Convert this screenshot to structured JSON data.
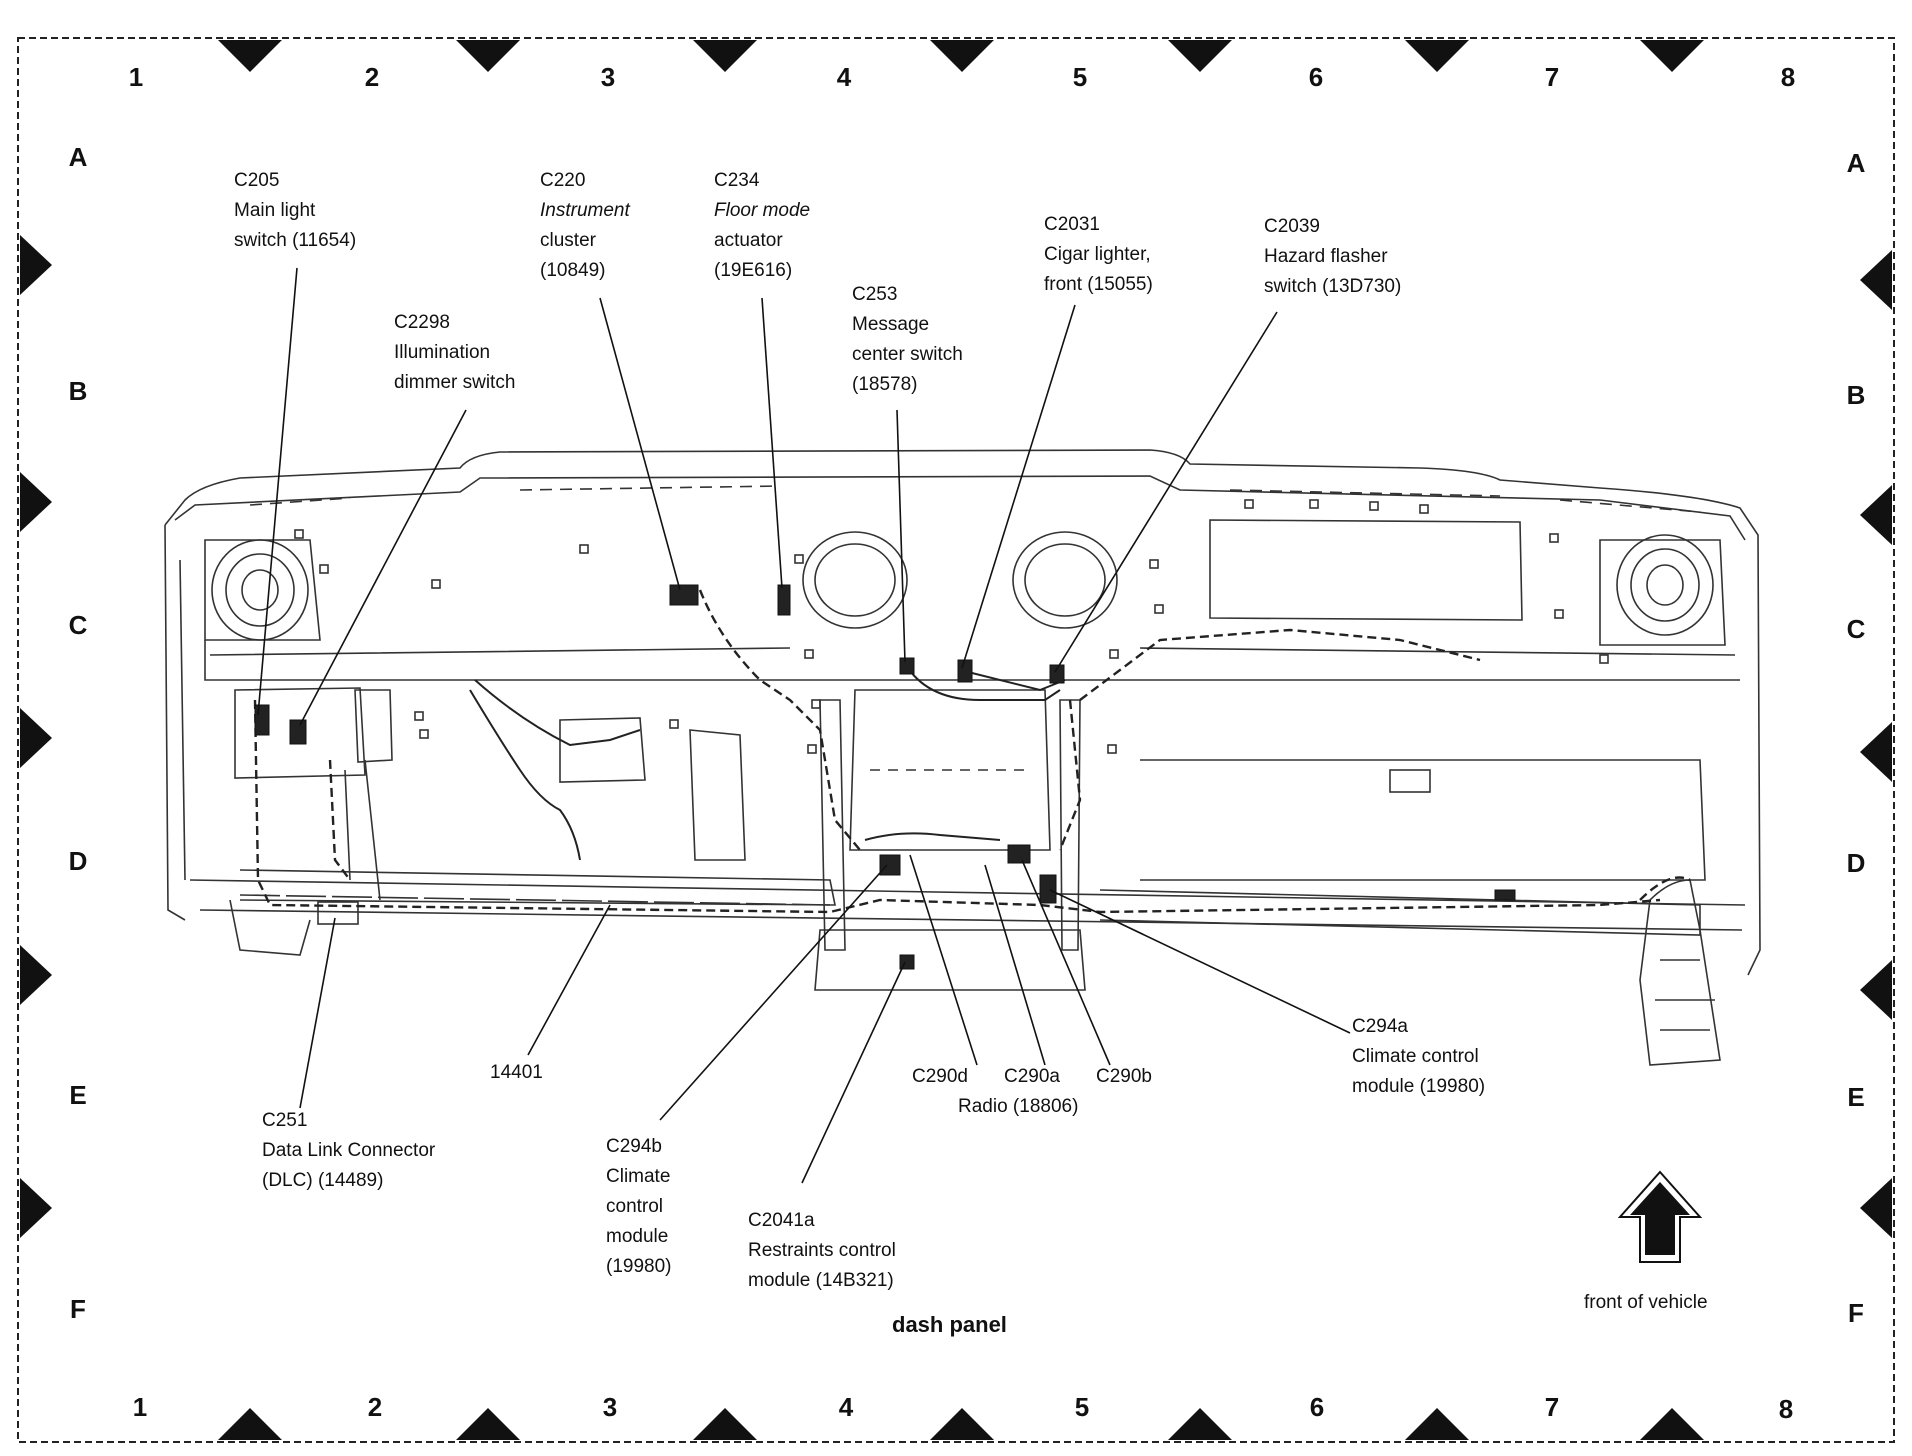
{
  "grid": {
    "columns": [
      "1",
      "2",
      "3",
      "4",
      "5",
      "6",
      "7",
      "8"
    ],
    "rows": [
      "A",
      "B",
      "C",
      "D",
      "E",
      "F"
    ]
  },
  "callouts": {
    "c205": {
      "id": "C205",
      "lines": [
        "Main light",
        "switch (11654)"
      ]
    },
    "c2298": {
      "id": "C2298",
      "lines": [
        "Illumination",
        "dimmer switch"
      ]
    },
    "c220": {
      "id": "C220",
      "lines": [
        "Instrument",
        "cluster",
        "(10849)"
      ]
    },
    "c234": {
      "id": "C234",
      "lines": [
        "Floor mode",
        "actuator",
        "(19E616)"
      ]
    },
    "c253": {
      "id": "C253",
      "lines": [
        "Message",
        "center switch",
        "(18578)"
      ]
    },
    "c2031": {
      "id": "C2031",
      "lines": [
        "Cigar lighter,",
        "front (15055)"
      ]
    },
    "c2039": {
      "id": "C2039",
      "lines": [
        "Hazard flasher",
        "switch (13D730)"
      ]
    },
    "c251": {
      "id": "C251",
      "lines": [
        "Data Link Connector",
        "(DLC) (14489)"
      ]
    },
    "w14401": {
      "id": "14401",
      "lines": []
    },
    "c294b": {
      "id": "C294b",
      "lines": [
        "Climate",
        "control",
        "module",
        "(19980)"
      ]
    },
    "c2041a": {
      "id": "C2041a",
      "lines": [
        "Restraints control",
        "module (14B321)"
      ]
    },
    "c290d": {
      "id": "C290d",
      "lines": []
    },
    "c290a": {
      "id": "C290a",
      "lines": []
    },
    "c290b": {
      "id": "C290b",
      "lines": []
    },
    "radio": {
      "id": "Radio (18806)",
      "lines": []
    },
    "c294a": {
      "id": "C294a",
      "lines": [
        "Climate control",
        "module (19980)"
      ]
    }
  },
  "caption": "dash panel",
  "front_label": "front of vehicle"
}
